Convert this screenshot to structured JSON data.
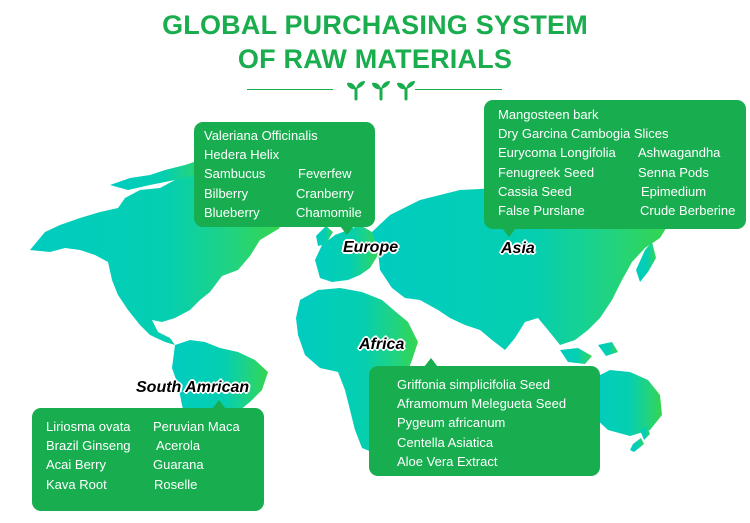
{
  "header": {
    "title_line1": "GLOBAL PURCHASING SYSTEM",
    "title_line2": "OF  RAW MATERIALS",
    "decoration": "sprout-icons",
    "accent_color": "#19ad4d"
  },
  "map": {
    "land_color_start": "#00ccc0",
    "land_color_end": "#2ed45a"
  },
  "regions": {
    "europe": {
      "label": "Europe",
      "rows": [
        [
          "Valeriana Officinalis"
        ],
        [
          "Hedera Helix"
        ],
        [
          "Sambucus",
          "Feverfew"
        ],
        [
          "Bilberry",
          "Cranberry"
        ],
        [
          "Blueberry",
          "Chamomile"
        ]
      ]
    },
    "asia": {
      "label": "Asia",
      "rows": [
        [
          "Mangosteen bark"
        ],
        [
          "Dry Garcina Cambogia Slices"
        ],
        [
          "Eurycoma Longifolia",
          "Ashwagandha"
        ],
        [
          "Fenugreek Seed",
          "Senna Pods"
        ],
        [
          "Cassia Seed",
          "Epimedium"
        ],
        [
          "False Purslane",
          "Crude Berberine"
        ]
      ]
    },
    "africa": {
      "label": "Africa",
      "rows": [
        [
          "Griffonia simplicifolia Seed"
        ],
        [
          "Aframomum Melegueta Seed"
        ],
        [
          "Pygeum africanum"
        ],
        [
          "Centella Asiatica"
        ],
        [
          "Aloe Vera Extract"
        ]
      ]
    },
    "south_america": {
      "label": "South Amrican",
      "rows": [
        [
          "Liriosma ovata",
          "Peruvian Maca"
        ],
        [
          "Brazil Ginseng",
          "Acerola"
        ],
        [
          "Acai Berry",
          "Guarana"
        ],
        [
          "Kava Root",
          "Roselle"
        ]
      ]
    }
  },
  "bubble_color": "#18ae50"
}
